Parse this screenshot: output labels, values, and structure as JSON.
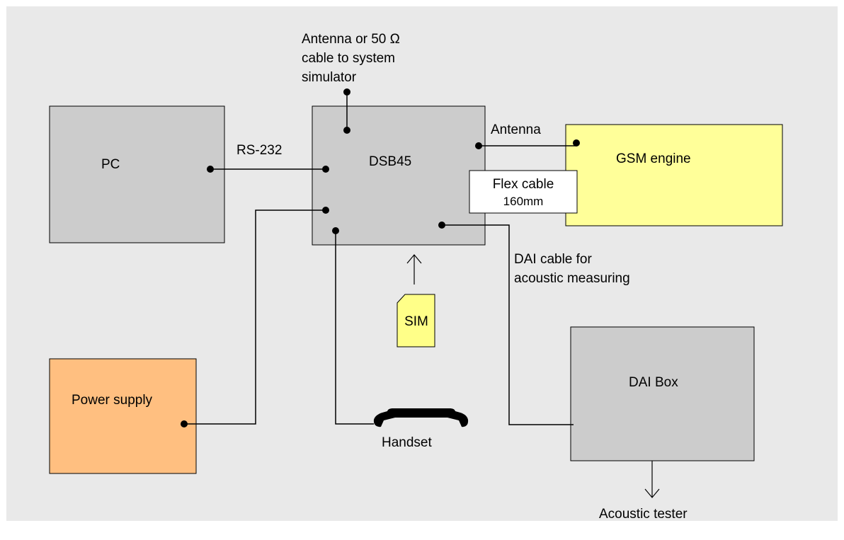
{
  "colors": {
    "background": "#e9e9e9",
    "device_gray": "#cccccc",
    "gsm_yellow": "#ffff99",
    "power_orange": "#ffbf80",
    "sim_yellow": "#ffff88",
    "line": "#000000"
  },
  "blocks": {
    "pc": "PC",
    "dsb45": "DSB45",
    "gsm_engine": "GSM engine",
    "power_supply": "Power supply",
    "dai_box": "DAI Box",
    "sim": "SIM"
  },
  "labels": {
    "antenna_top_1": "Antenna or 50 Ω",
    "antenna_top_2": "cable to system",
    "antenna_top_3": "simulator",
    "rs232": "RS-232",
    "antenna": "Antenna",
    "flex_cable_1": "Flex cable",
    "flex_cable_2": "160mm",
    "dai_cable_1": "DAI cable for",
    "dai_cable_2": "acoustic measuring",
    "handset": "Handset",
    "acoustic_tester": "Acoustic tester"
  },
  "icons": {
    "handset": "telephone-handset-icon",
    "sim": "sim-card-icon"
  }
}
